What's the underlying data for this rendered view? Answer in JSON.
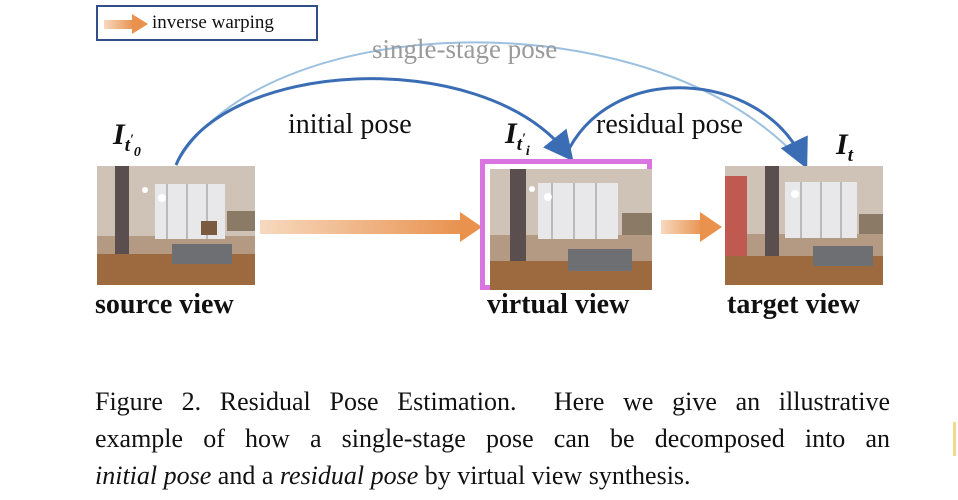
{
  "legend": {
    "label": "inverse warping"
  },
  "poses": {
    "single_stage": "single-stage pose",
    "initial": "initial pose",
    "residual": "residual pose"
  },
  "views": {
    "source": {
      "label": "source view",
      "symbol": "I",
      "sub": "t",
      "subsub": "0",
      "prime": "′"
    },
    "virtual": {
      "label": "virtual view",
      "symbol": "I",
      "sub": "t",
      "subsub": "i",
      "prime": "′"
    },
    "target": {
      "label": "target view",
      "symbol": "I",
      "sub": "t"
    }
  },
  "colors": {
    "warp_arrow": "#e8924e",
    "pose_arc": "#3b6db4",
    "single_stage_arc": "#9cc0e0",
    "virtual_frame": "#da74e0",
    "legend_border": "#2f4f86"
  },
  "caption": {
    "figure_label": "Figure 2.",
    "title": "Residual Pose Estimation.",
    "lines": [
      "Here we give an illustrative",
      "example of how a single-stage pose can be decomposed into an",
      "initial pose",
      "and a",
      "residual pose",
      "by virtual view synthesis."
    ]
  }
}
